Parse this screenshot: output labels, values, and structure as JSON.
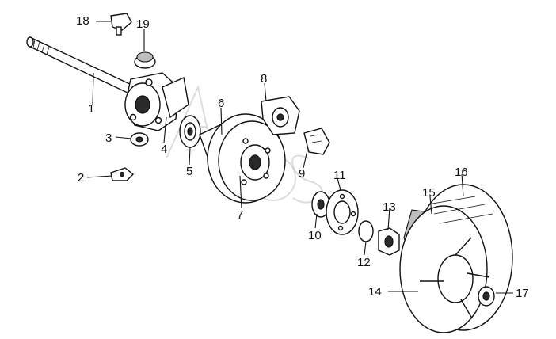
{
  "diagram": {
    "callouts": [
      {
        "id": "c1",
        "label": "1"
      },
      {
        "id": "c2",
        "label": "2"
      },
      {
        "id": "c3",
        "label": "3"
      },
      {
        "id": "c4",
        "label": "4"
      },
      {
        "id": "c5",
        "label": "5"
      },
      {
        "id": "c6",
        "label": "6"
      },
      {
        "id": "c7",
        "label": "7"
      },
      {
        "id": "c8",
        "label": "8"
      },
      {
        "id": "c9",
        "label": "9"
      },
      {
        "id": "c10",
        "label": "10"
      },
      {
        "id": "c11",
        "label": "11"
      },
      {
        "id": "c12",
        "label": "12"
      },
      {
        "id": "c13",
        "label": "13"
      },
      {
        "id": "c14",
        "label": "14"
      },
      {
        "id": "c15",
        "label": "15"
      },
      {
        "id": "c16",
        "label": "16"
      },
      {
        "id": "c17",
        "label": "17"
      },
      {
        "id": "c18",
        "label": "18"
      },
      {
        "id": "c19",
        "label": "19"
      }
    ],
    "colors": {
      "line": "#111111",
      "background": "#ffffff",
      "watermark": "#bfbfbf"
    }
  }
}
